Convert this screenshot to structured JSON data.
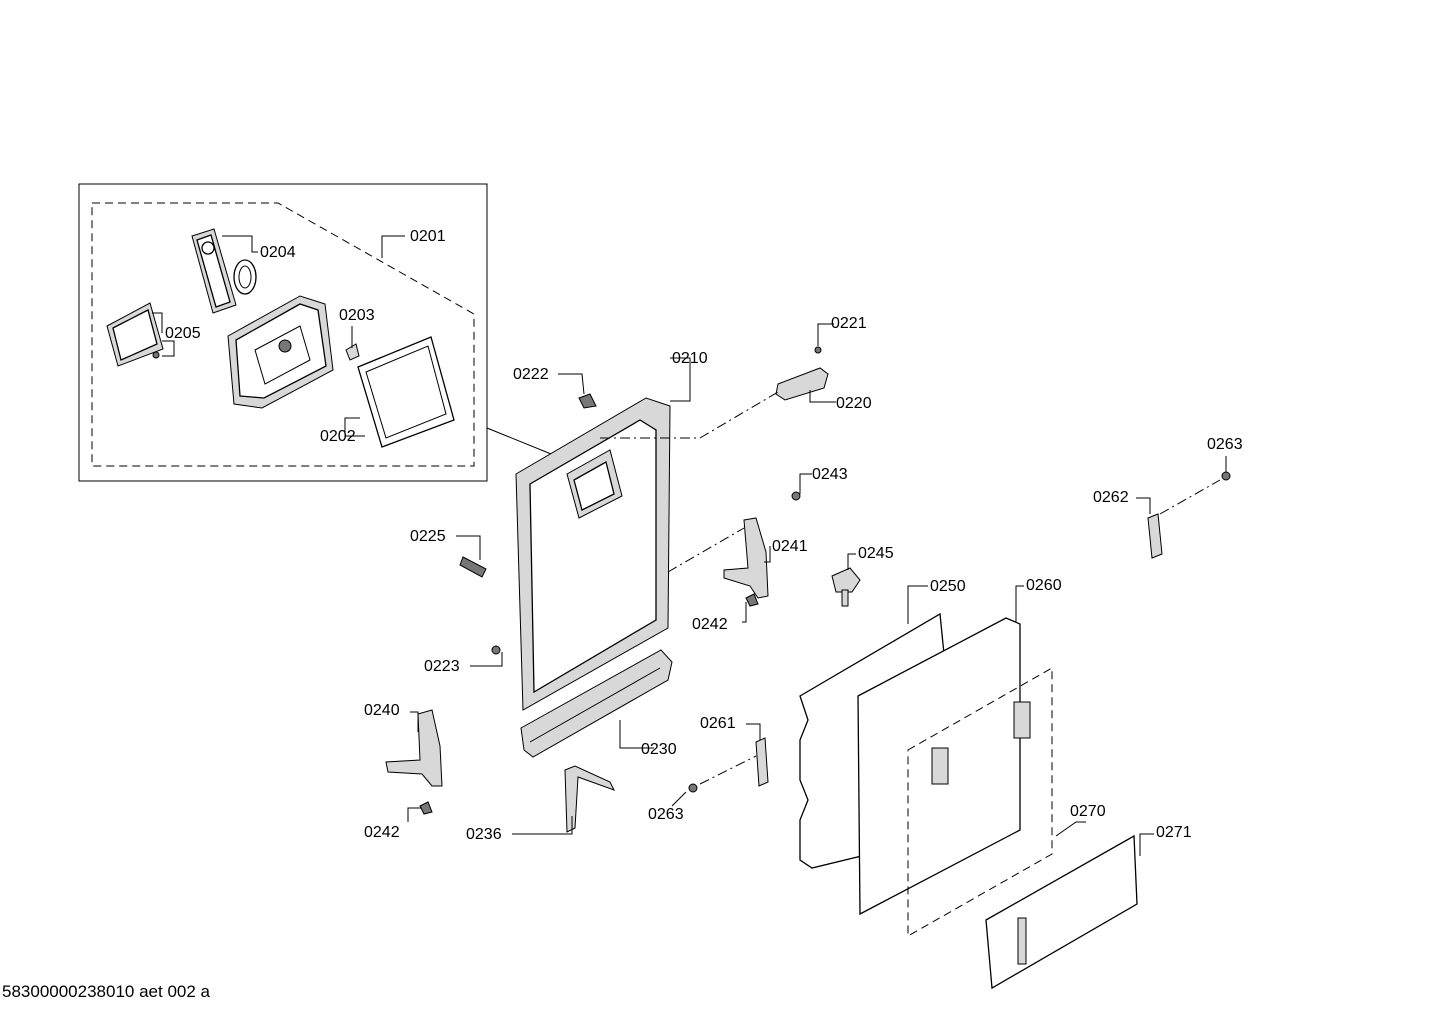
{
  "labels": {
    "p0201": "0201",
    "p0202": "0202",
    "p0203": "0203",
    "p0204": "0204",
    "p0205": "0205",
    "p0210": "0210",
    "p0220": "0220",
    "p0221": "0221",
    "p0222": "0222",
    "p0223": "0223",
    "p0225": "0225",
    "p0230": "0230",
    "p0236": "0236",
    "p0240": "0240",
    "p0241": "0241",
    "p0242a": "0242",
    "p0242b": "0242",
    "p0243": "0243",
    "p0245": "0245",
    "p0250": "0250",
    "p0260": "0260",
    "p0261": "0261",
    "p0262": "0262",
    "p0263a": "0263",
    "p0263b": "0263",
    "p0270": "0270",
    "p0271": "0271"
  },
  "footer": "58300000238010 aet 002 a"
}
